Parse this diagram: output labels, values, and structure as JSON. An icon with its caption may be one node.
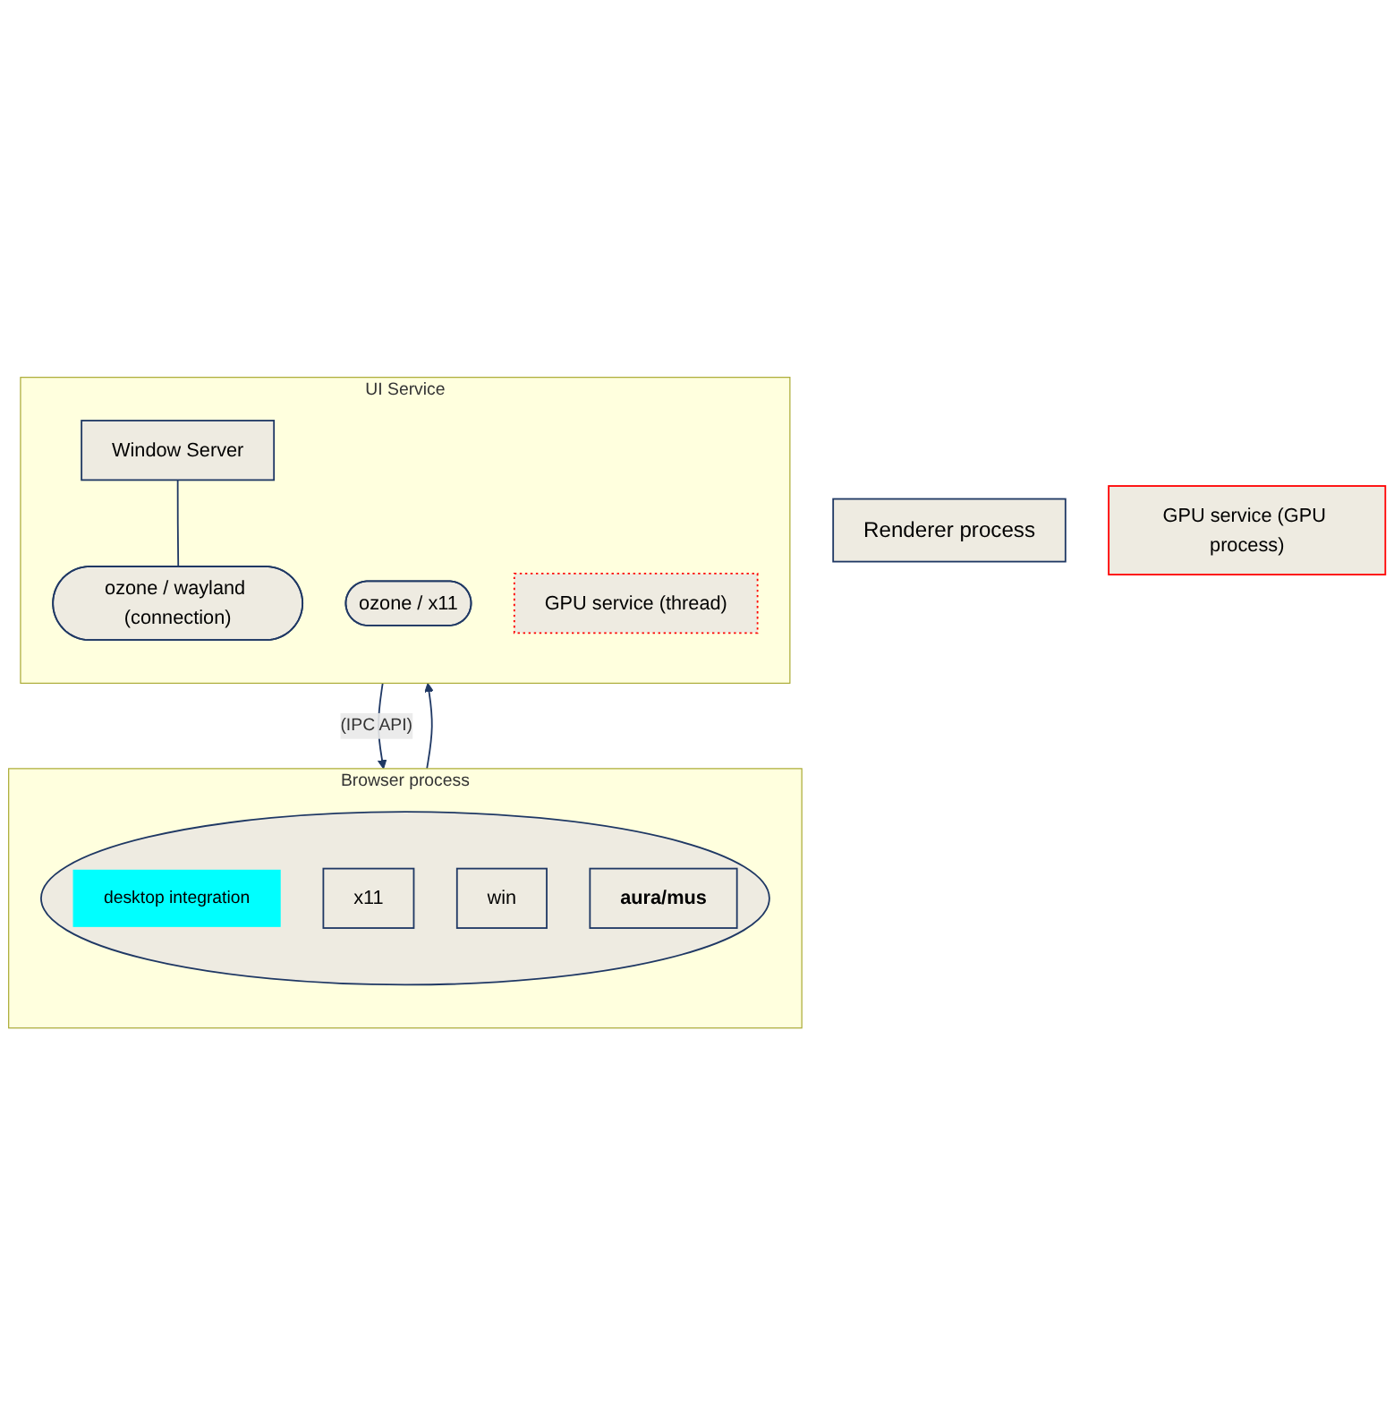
{
  "diagram": {
    "nodes": [
      {
        "text": [
          "Browser process"
        ]
      },
      {
        "text": [],
        "shape": "ellipse",
        "in": 0
      },
      {
        "text": [
          "desktop integration"
        ],
        "in": 1
      },
      {
        "text": [
          "x11"
        ],
        "in": 1
      },
      {
        "text": [
          "win"
        ],
        "in": 1
      },
      {
        "text": [
          "aura/mus"
        ],
        "in": 1
      },
      {
        "text": [
          "Renderer process"
        ]
      },
      {
        "text": [
          "GPU service (GPU process)"
        ]
      },
      {
        "text": [
          "UI Service"
        ]
      },
      {
        "text": [
          "Window Server"
        ],
        "in": 8
      },
      {
        "text": [
          "ozone / wayland (connection)"
        ],
        "in": 8
      },
      {
        "text": [
          "ozone / x11"
        ],
        "in": 8
      },
      {
        "text": [
          "GPU service (thread)"
        ],
        "in": 8
      }
    ],
    "edges": [
      {
        "from": 0,
        "to": 8,
        "arrow": "to"
      },
      {
        "from": 8,
        "to": 0,
        "arrow": "to",
        "label": "(IPC API)"
      },
      {
        "from": 9,
        "to": 10,
        "arrow": "none"
      }
    ]
  }
}
